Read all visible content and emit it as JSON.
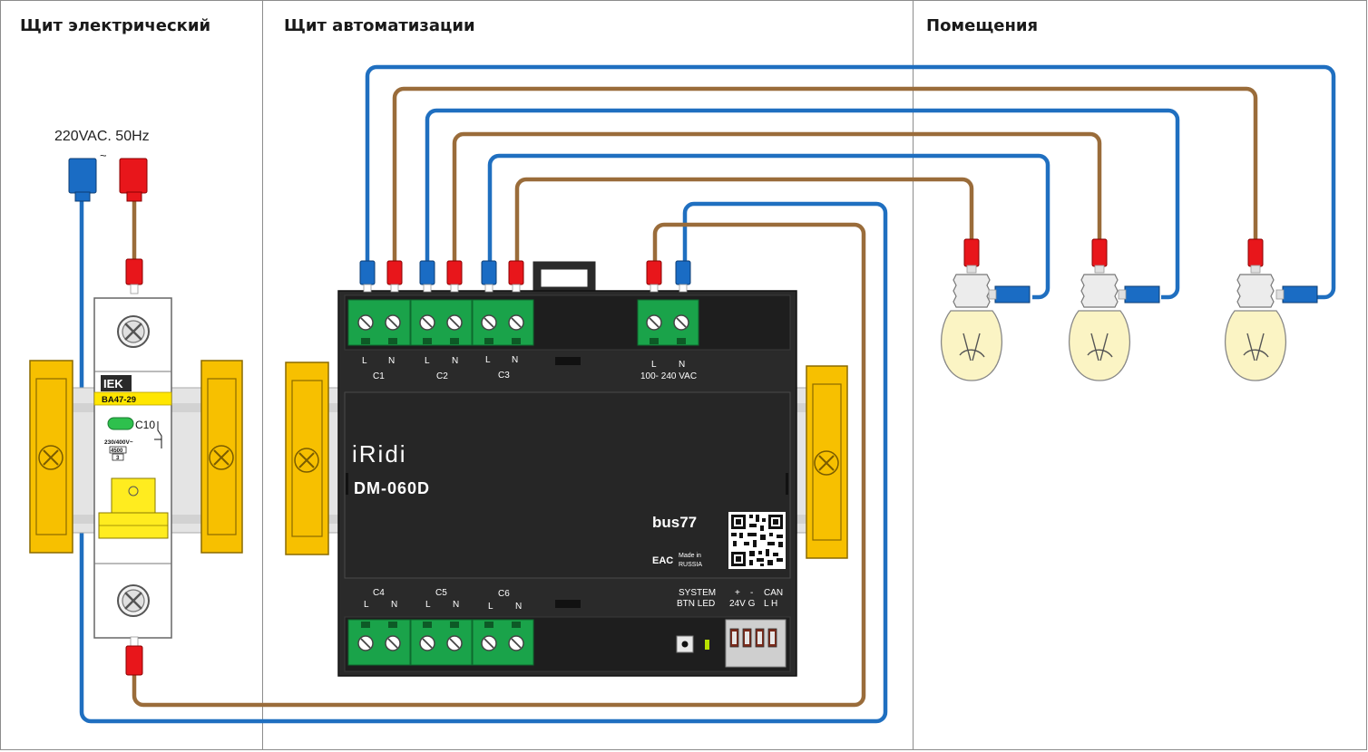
{
  "sections": {
    "electrical": "Щит электрический",
    "automation": "Щит автоматизации",
    "rooms": "Помещения"
  },
  "power": {
    "supply_label": "220VAC. 50Hz",
    "tilde": "~"
  },
  "breaker": {
    "brand": "IEK",
    "model": "BA47-29",
    "rating": "C10",
    "voltage": "230/400V~",
    "breaking": "4500",
    "class": "3"
  },
  "module": {
    "brand": "iRidi",
    "model": "DM-060D",
    "bus": "bus77",
    "made_in_1": "Made in",
    "made_in_2": "RUSSIA",
    "eac": "EAC",
    "channels_top": [
      {
        "name": "C1",
        "l": "L",
        "n": "N"
      },
      {
        "name": "C2",
        "l": "L",
        "n": "N"
      },
      {
        "name": "C3",
        "l": "L",
        "n": "N"
      }
    ],
    "power_in": {
      "l": "L",
      "n": "N",
      "label": "100- 240 VAC"
    },
    "channels_bottom": [
      {
        "name": "C4",
        "l": "L",
        "n": "N"
      },
      {
        "name": "C5",
        "l": "L",
        "n": "N"
      },
      {
        "name": "C6",
        "l": "L",
        "n": "N"
      }
    ],
    "system_btn_line1": "SYSTEM",
    "system_btn_line2": "BTN LED",
    "power_plus": "+",
    "power_minus": "-",
    "power_24v": "24V G",
    "can": "CAN",
    "can_lh": "L  H"
  },
  "colors": {
    "wire_blue": "#1f6fc0",
    "wire_brown": "#9a6c3a",
    "connector_red": "#e8161b",
    "connector_blue": "#1a6cc4",
    "module_body": "#2a2a2a",
    "terminal_green": "#1aa34a",
    "din_yellow": "#f7c000",
    "bulb_glass": "#fbf4c4"
  },
  "lamps": [
    {
      "id": "lamp-1"
    },
    {
      "id": "lamp-2"
    },
    {
      "id": "lamp-3"
    }
  ]
}
